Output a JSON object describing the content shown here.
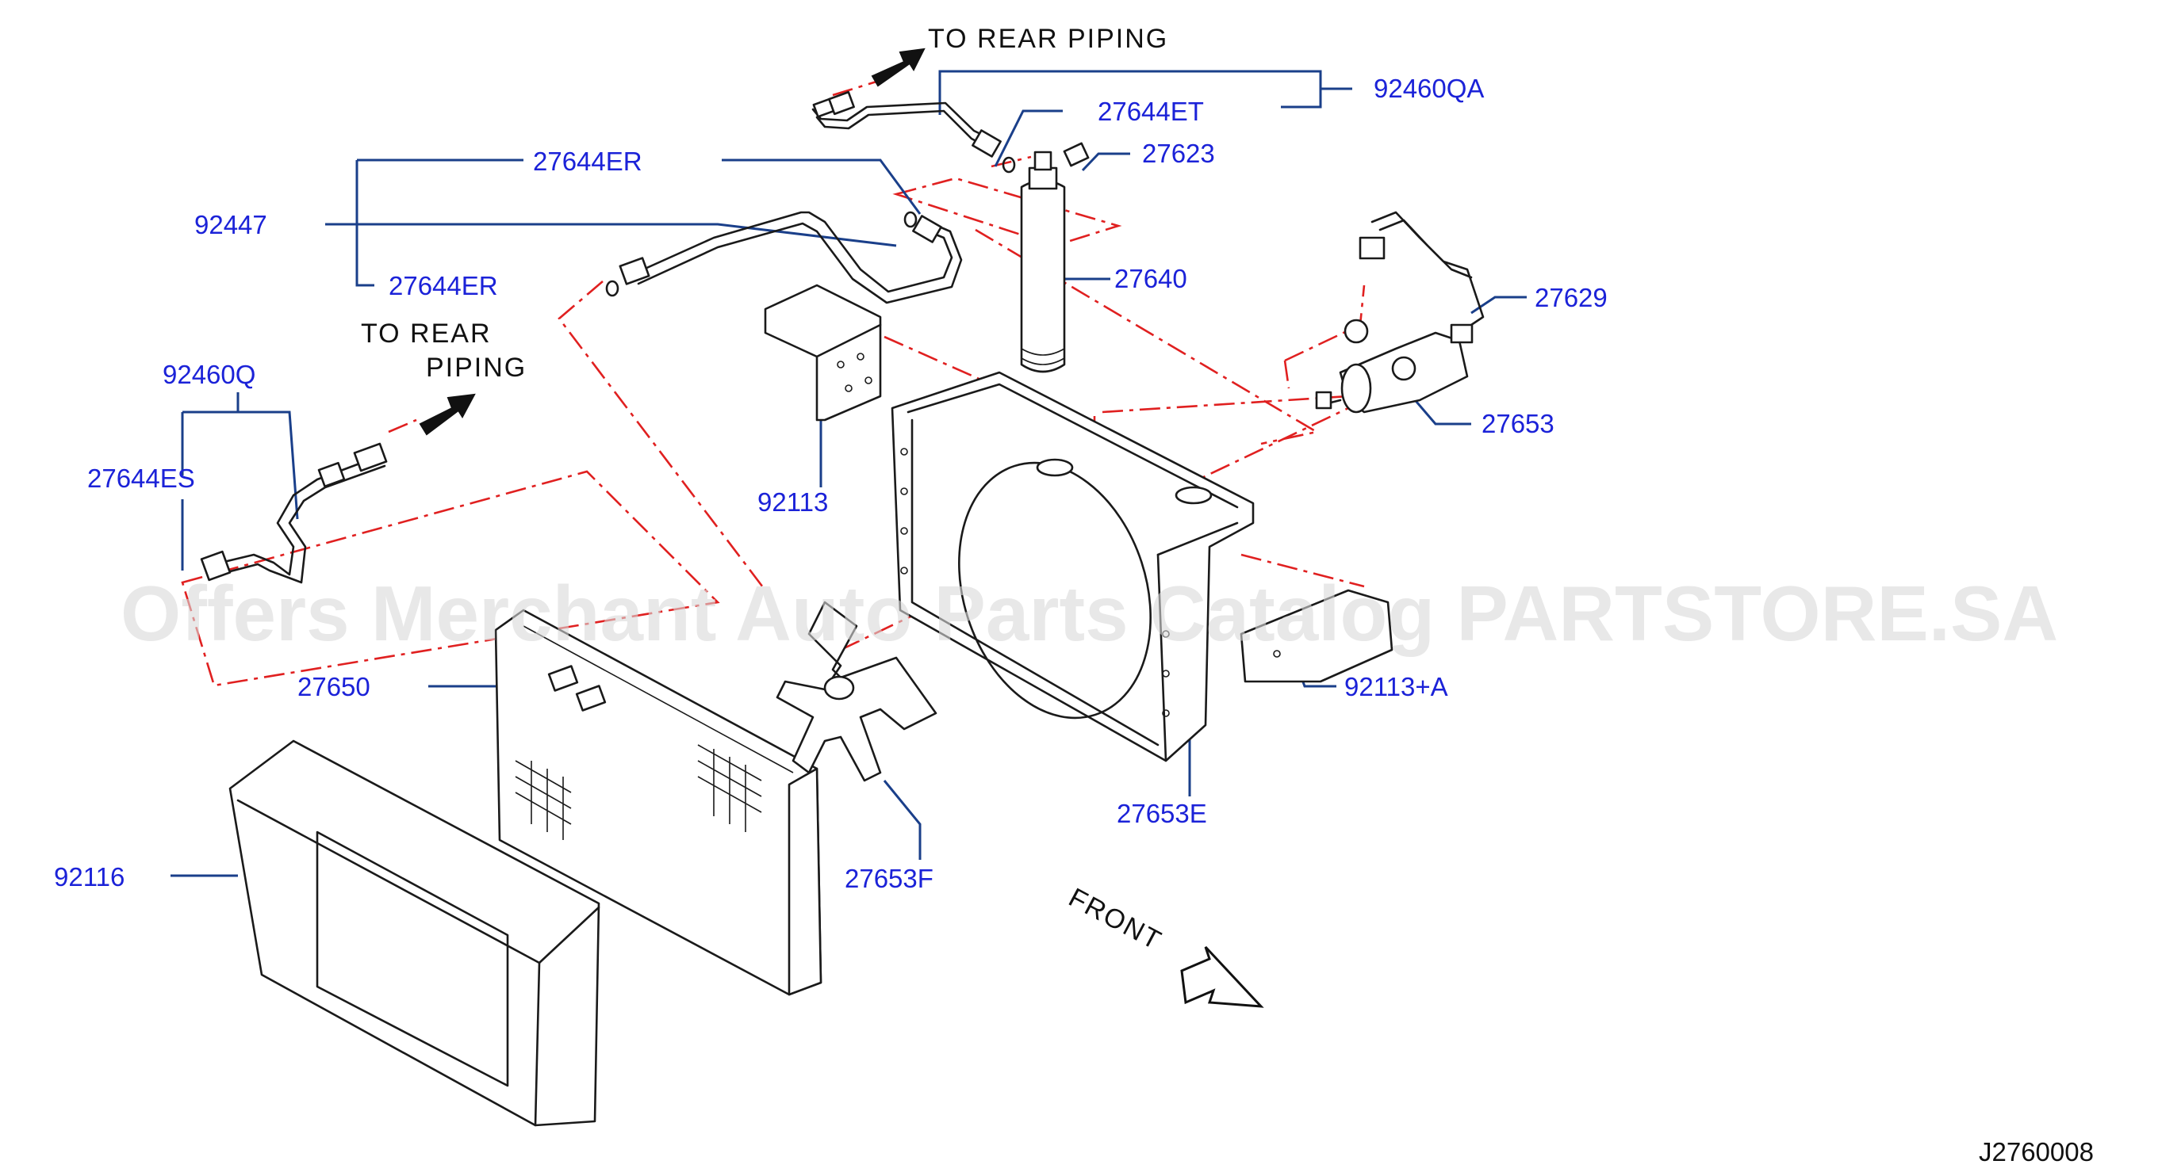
{
  "diagram": {
    "labels": {
      "p92460QA": "92460QA",
      "p27644ET": "27644ET",
      "p27623": "27623",
      "p27644ER_top": "27644ER",
      "p92447": "92447",
      "p27644ER_bot": "27644ER",
      "p27640": "27640",
      "p27629": "27629",
      "p27653": "27653",
      "p92460Q": "92460Q",
      "p27644ES": "27644ES",
      "p92113": "92113",
      "p27650": "27650",
      "p92113A": "92113+A",
      "p27653E": "27653E",
      "p92116": "92116",
      "p27653F": "27653F"
    },
    "to_rear_piping_top": "TO  REAR  PIPING",
    "to_rear_piping_left_1": "TO  REAR",
    "to_rear_piping_left_2": "PIPING",
    "front_label": "FRONT",
    "watermark": "Offers Merchant Auto Parts Catalog PARTSTORE.SA",
    "drawing_code": "J2760008",
    "colors": {
      "label": "#1b22d8",
      "leader": "#1a3f8a",
      "centerline": "#e02020",
      "linework": "#1a1a1a"
    }
  }
}
